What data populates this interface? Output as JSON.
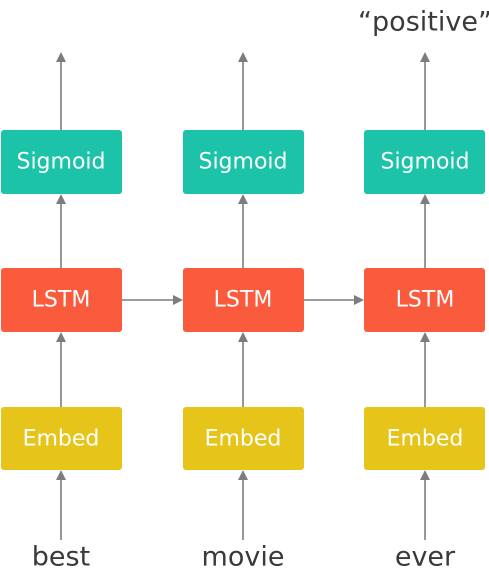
{
  "columns": [
    {
      "input_word": "best",
      "embed_label": "Embed",
      "lstm_label": "LSTM",
      "sigmoid_label": "Sigmoid",
      "output_label": ""
    },
    {
      "input_word": "movie",
      "embed_label": "Embed",
      "lstm_label": "LSTM",
      "sigmoid_label": "Sigmoid",
      "output_label": ""
    },
    {
      "input_word": "ever",
      "embed_label": "Embed",
      "lstm_label": "LSTM",
      "sigmoid_label": "Sigmoid",
      "output_label": "“positive”"
    }
  ],
  "colors": {
    "embed": "#e6c41a",
    "lstm": "#fb5b3d",
    "sigmoid": "#1cc3a9",
    "arrow": "#7d7d7d",
    "text_dark": "#3a3a3a"
  }
}
